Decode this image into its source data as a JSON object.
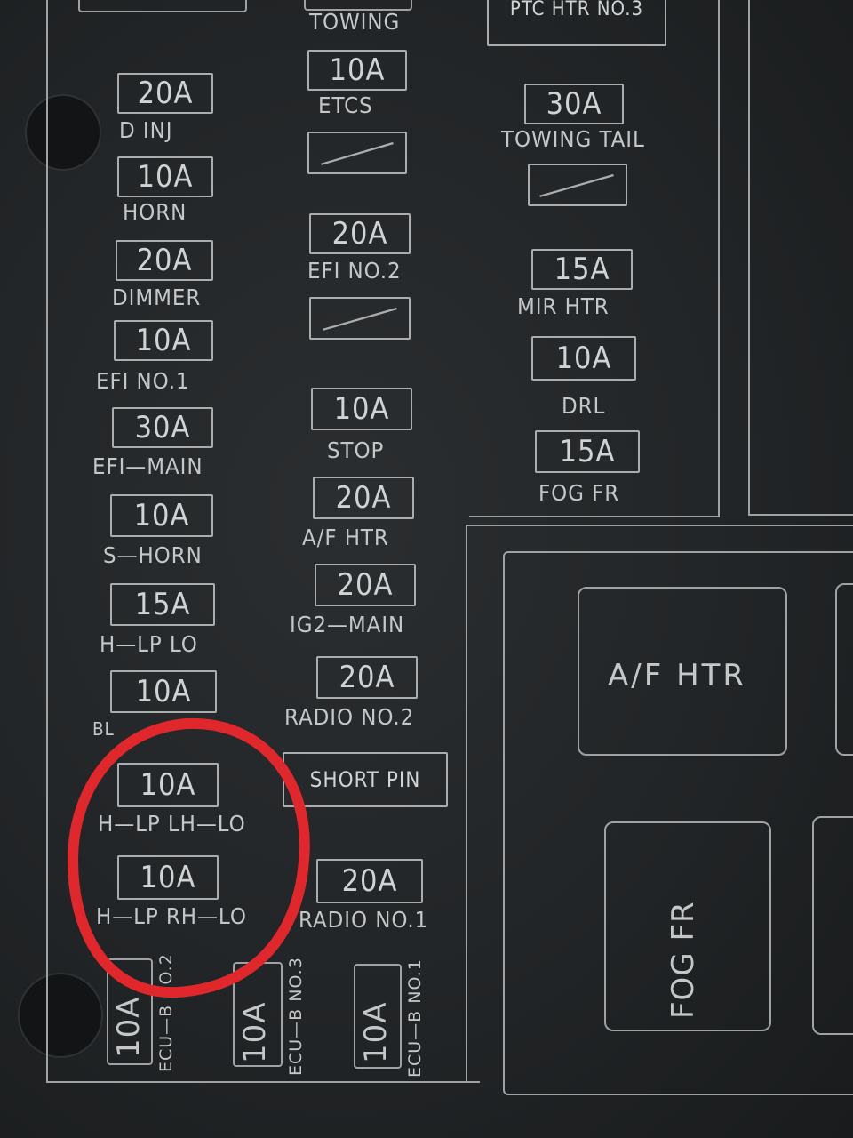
{
  "panel": {
    "fuses_col1": [
      {
        "rating": "20A",
        "label": "D INJ"
      },
      {
        "rating": "10A",
        "label": "HORN"
      },
      {
        "rating": "20A",
        "label": "DIMMER"
      },
      {
        "rating": "10A",
        "label": "EFI NO.1"
      },
      {
        "rating": "30A",
        "label": "EFI—MAIN"
      },
      {
        "rating": "10A",
        "label": "S—HORN"
      },
      {
        "rating": "15A",
        "label": "H—LP LO"
      },
      {
        "rating": "10A",
        "label": "BL"
      },
      {
        "rating": "10A",
        "label": "H—LP LH—LO"
      },
      {
        "rating": "10A",
        "label": "H—LP RH—LO"
      }
    ],
    "fuses_col2": [
      {
        "rating": "",
        "label": "TOWING"
      },
      {
        "rating": "10A",
        "label": "ETCS"
      },
      {
        "rating": "20A",
        "label": "EFI NO.2"
      },
      {
        "rating": "10A",
        "label": "STOP"
      },
      {
        "rating": "20A",
        "label": "A/F HTR"
      },
      {
        "rating": "20A",
        "label": "IG2—MAIN"
      },
      {
        "rating": "20A",
        "label": "RADIO NO.2"
      },
      {
        "rating": "SHORT PIN",
        "label": ""
      },
      {
        "rating": "20A",
        "label": "RADIO NO.1"
      }
    ],
    "fuses_col3": [
      {
        "rating": "PTC HTR NO.3",
        "label": ""
      },
      {
        "rating": "30A",
        "label": "TOWING TAIL"
      },
      {
        "rating": "15A",
        "label": "MIR HTR"
      },
      {
        "rating": "10A",
        "label": "DRL"
      },
      {
        "rating": "15A",
        "label": "FOG FR"
      }
    ],
    "bottom_fuses": [
      {
        "rating": "10A",
        "label": "ECU—B NO.2"
      },
      {
        "rating": "10A",
        "label": "ECU—B NO.3"
      },
      {
        "rating": "10A",
        "label": "ECU—B NO.1"
      }
    ],
    "relays": [
      {
        "label": "A/F HTR"
      },
      {
        "label": "FOG FR"
      }
    ],
    "highlight_color": "#e0282c"
  }
}
